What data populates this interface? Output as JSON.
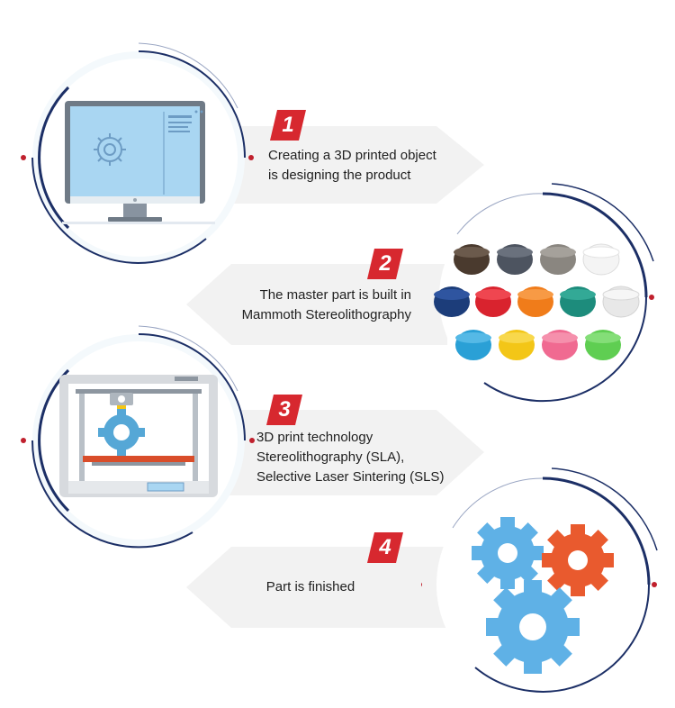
{
  "colors": {
    "ring_dark": "#1c2f66",
    "dot_red": "#c0202d",
    "badge_red": "#d7282f",
    "banner_fill": "#f2f2f2",
    "circle_bg": "#f4f9fc"
  },
  "steps": [
    {
      "number": "1",
      "lines": [
        "Creating a 3D printed object",
        "is designing the product"
      ],
      "icon": "computer-monitor-icon"
    },
    {
      "number": "2",
      "lines": [
        "The master part is built in",
        "Mammoth Stereolithography"
      ],
      "icon": "filament-spools-icon"
    },
    {
      "number": "3",
      "lines": [
        "3D print technology",
        "Stereolithography (SLA),",
        "Selective Laser Sintering (SLS)"
      ],
      "icon": "3d-printer-icon"
    },
    {
      "number": "4",
      "lines": [
        "Part is finished"
      ],
      "icon": "gears-icon"
    }
  ]
}
